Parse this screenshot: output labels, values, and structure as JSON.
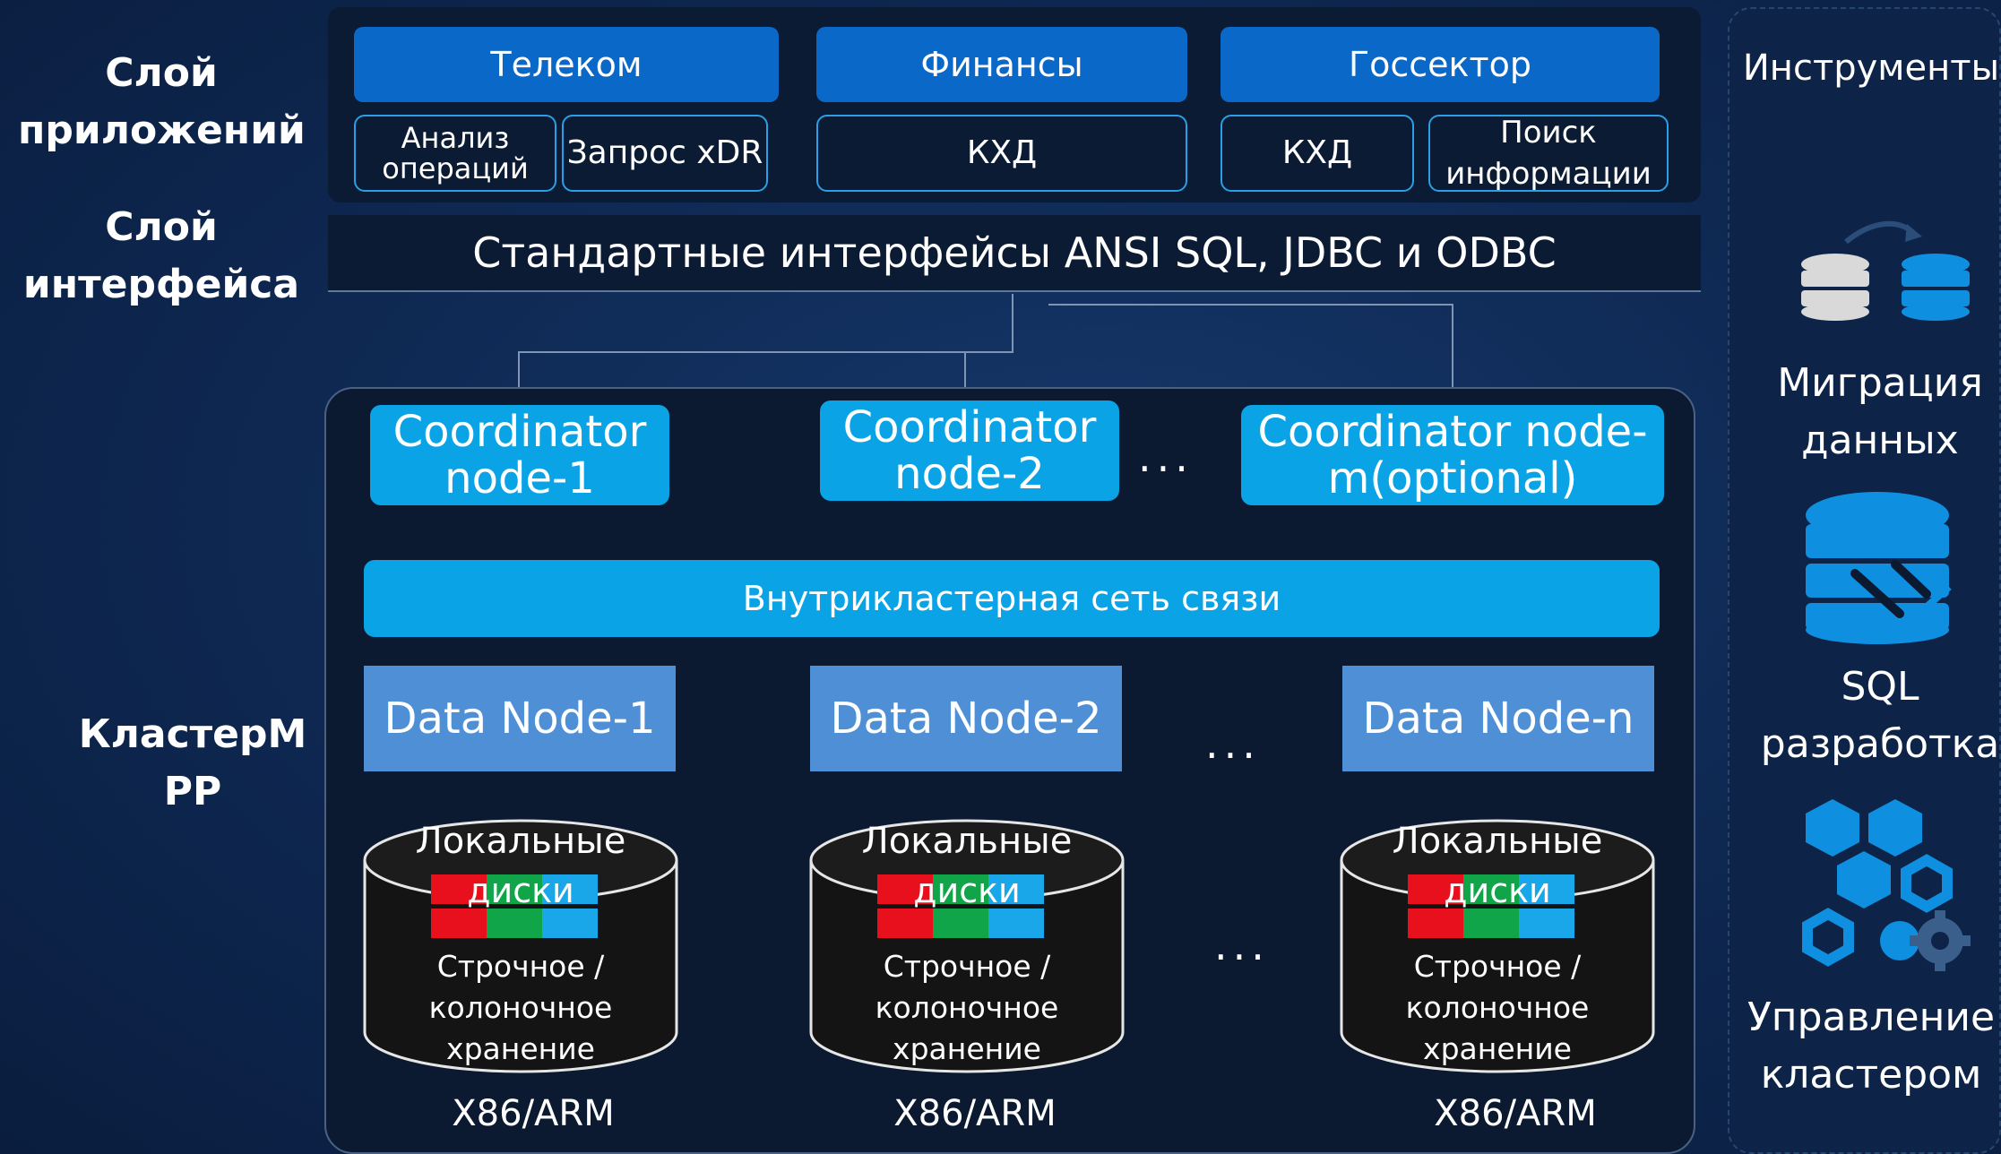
{
  "layers": {
    "app": "Слой\nприложений",
    "iface": "Слой\nинтерфейса",
    "cluster": "КластерМ\nPP"
  },
  "apps": {
    "telecom": "Телеком",
    "finance": "Финансы",
    "gov": "Госсектор",
    "telecom_sub1": "Анализ\nопераций",
    "telecom_sub2": "Запрос xDR",
    "finance_sub1": "КХД",
    "gov_sub1": "КХД",
    "gov_sub2": "Поиск\nинформации"
  },
  "interface_text": "Стандартные интерфейсы ANSI SQL, JDBC и ODBC",
  "cluster": {
    "coord1": "Coordinator\nnode-1",
    "coord2": "Coordinator\nnode-2",
    "coord3": "Coordinator node-\nm(optional)",
    "dots": "...",
    "network": "Внутрикластерная сеть связи",
    "dn1": "Data Node-1",
    "dn2": "Data Node-2",
    "dn3": "Data Node-n",
    "disk_top": "Локальные",
    "disk_mid": "диски",
    "storage": "Строчное /\nколоночное\nхранение",
    "arch": "X86/ARM"
  },
  "tools": {
    "title": "Инструменты",
    "migration": "Миграция\nданных",
    "sqldev": "SQL\nразработка",
    "mgmt": "Управление\nкластером"
  },
  "colors": {
    "app_button": "#0a69c8",
    "coord": "#0aa4e6",
    "data_node": "#4e8fd6",
    "cube_red": "#e8101c",
    "cube_green": "#11a54a",
    "cube_blue": "#1aa7ea",
    "icon_blue": "#0f8fe0"
  }
}
